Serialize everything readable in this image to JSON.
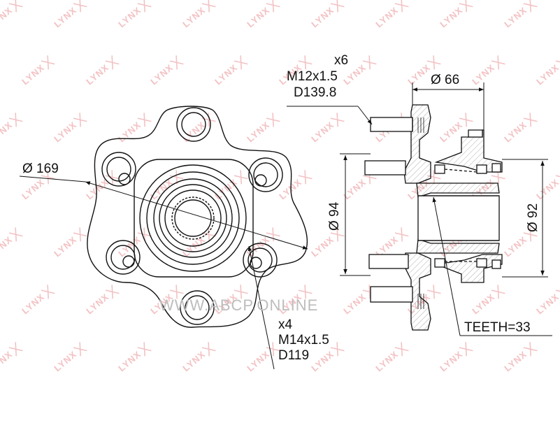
{
  "drawing": {
    "watermark": "LYNX",
    "site_watermark": "WWW.ABCP.ONLINE",
    "flange_diameter": "Ø 169",
    "wheel_studs": {
      "count": "x6",
      "thread": "M12x1.5",
      "pcd": "D139.8"
    },
    "mount_bolts": {
      "count": "x4",
      "thread": "M14x1.5",
      "pcd": "D119"
    },
    "pilot_diameter": "Ø 66",
    "outer_diameter_left": "Ø 94",
    "outer_diameter_right": "Ø 92",
    "teeth": "TEETH=33"
  },
  "colors": {
    "line": "#111111",
    "watermark": "#f3c2c4",
    "hatch": "#9a9a9a",
    "site": "#bdbdbd"
  }
}
